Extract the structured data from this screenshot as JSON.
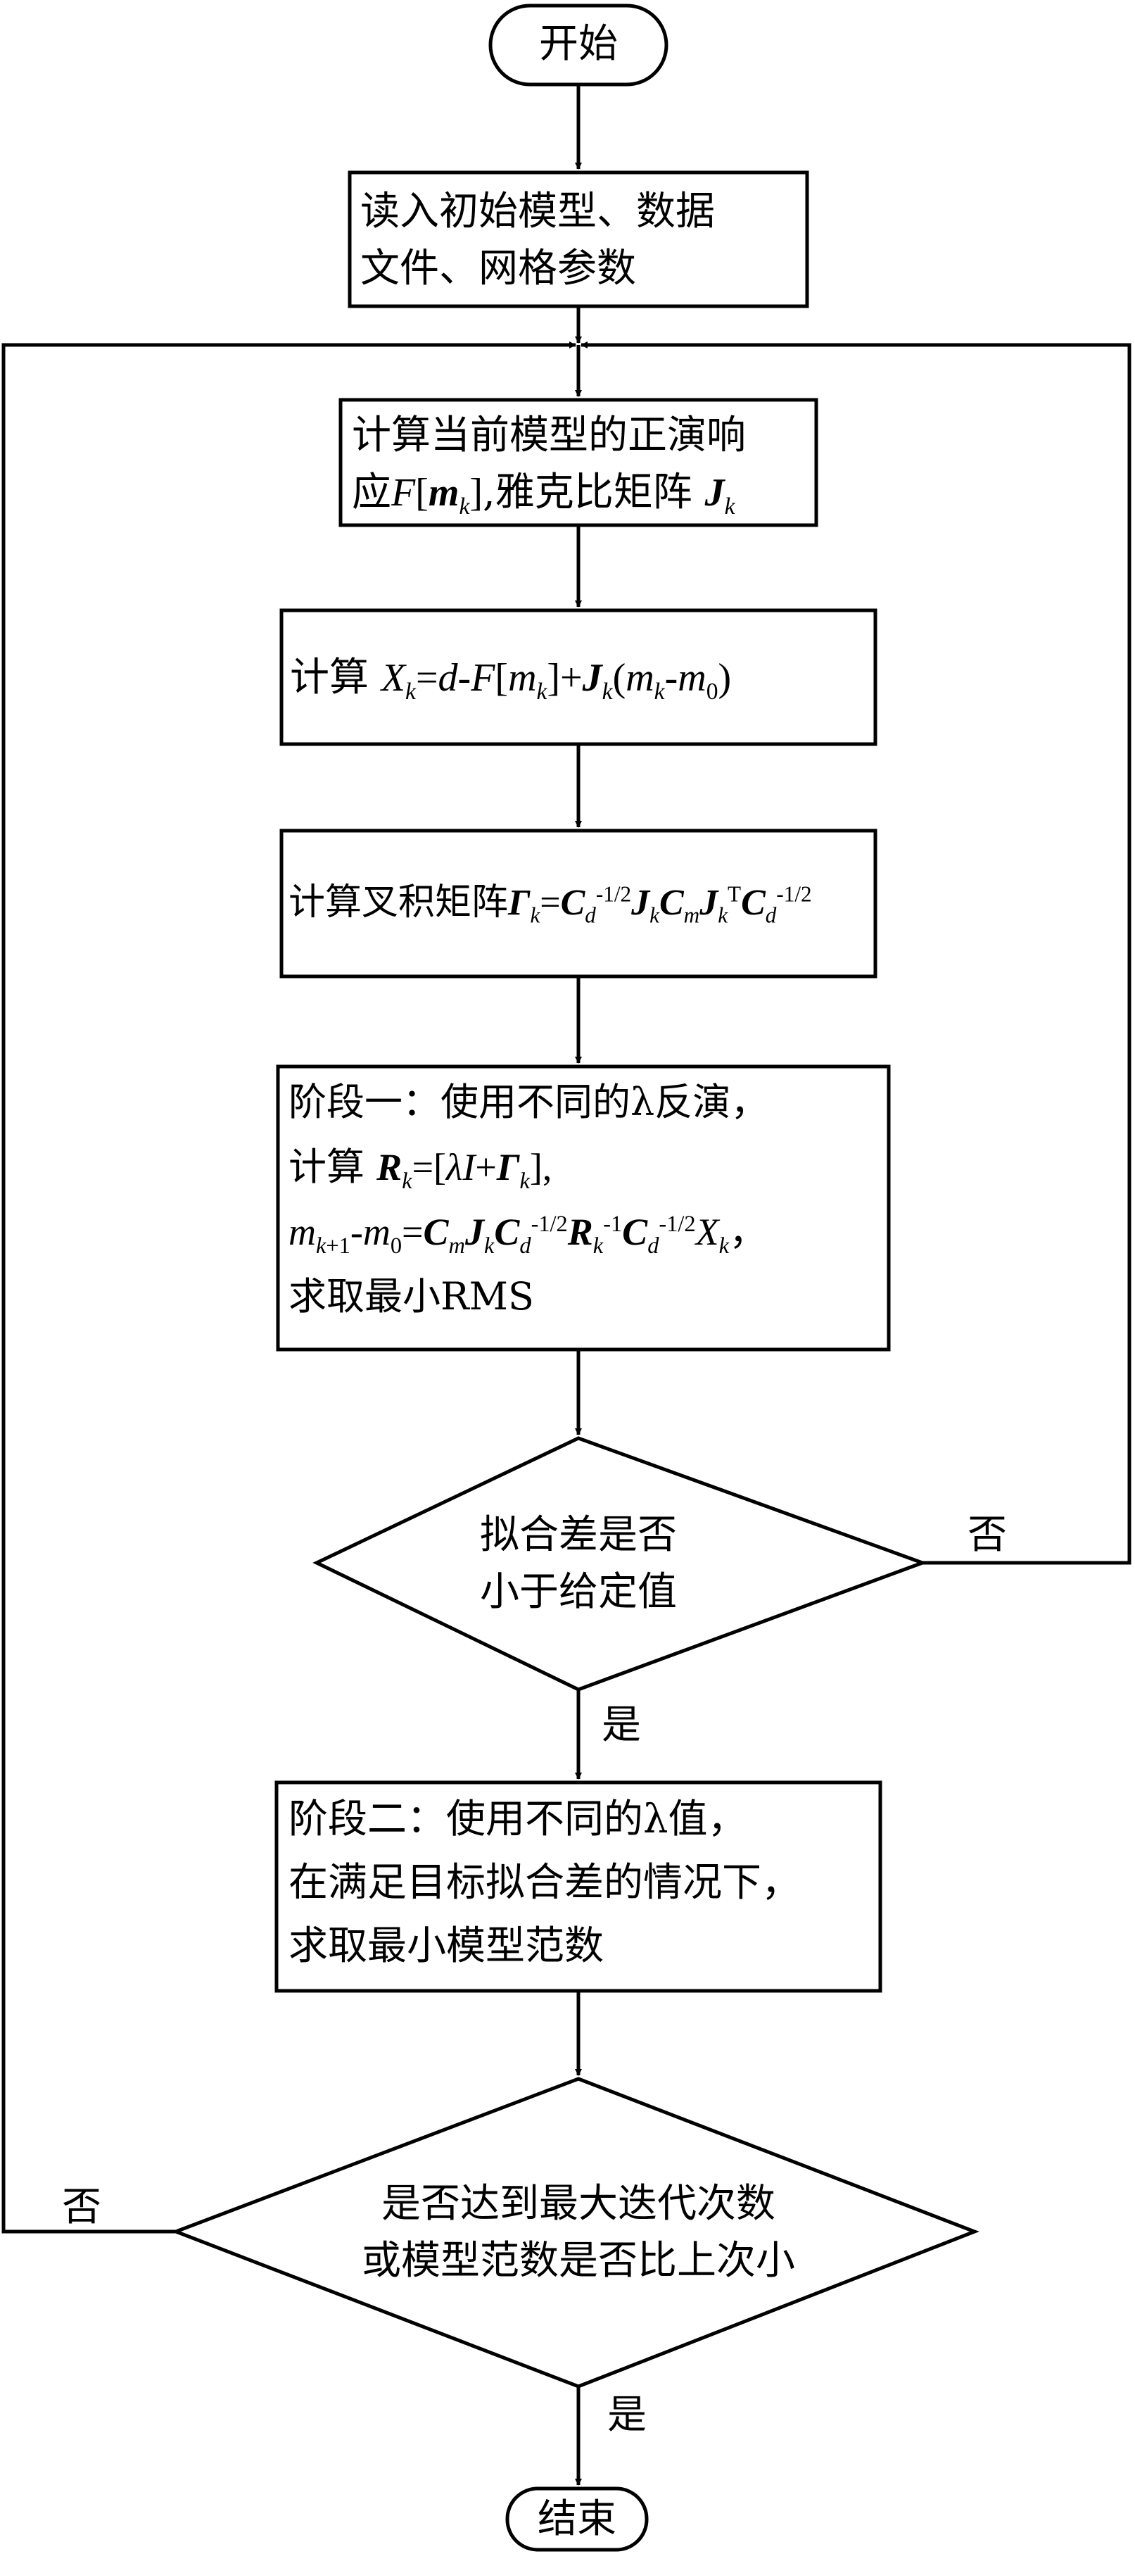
{
  "flowchart": {
    "start": {
      "label": "开始"
    },
    "end": {
      "label": "结束"
    },
    "read_input": {
      "lines": [
        "读入初始模型、数据",
        "文件、网格参数"
      ]
    },
    "compute_forward": {
      "line1": "计算当前模型的正演响",
      "line2_prefix": "应",
      "line2_suffix": ",雅克比矩阵"
    },
    "compute_x": {
      "prefix": "计算"
    },
    "compute_gamma": {
      "prefix": "计算叉积矩阵"
    },
    "stage_one": {
      "line1": "阶段一：使用不同的λ反演，",
      "line2_prefix": "计算",
      "line3_suffix": "，",
      "line4": "求取最小RMS"
    },
    "decision_misfit": {
      "lines": [
        "拟合差是否",
        "小于给定值"
      ]
    },
    "stage_two": {
      "lines": [
        "阶段二：使用不同的λ值，",
        "在满足目标拟合差的情况下，",
        "求取最小模型范数"
      ]
    },
    "decision_iteration": {
      "lines": [
        "是否达到最大迭代次数",
        "或模型范数是否比上次小"
      ]
    },
    "labels": {
      "yes": "是",
      "no": "否"
    }
  }
}
